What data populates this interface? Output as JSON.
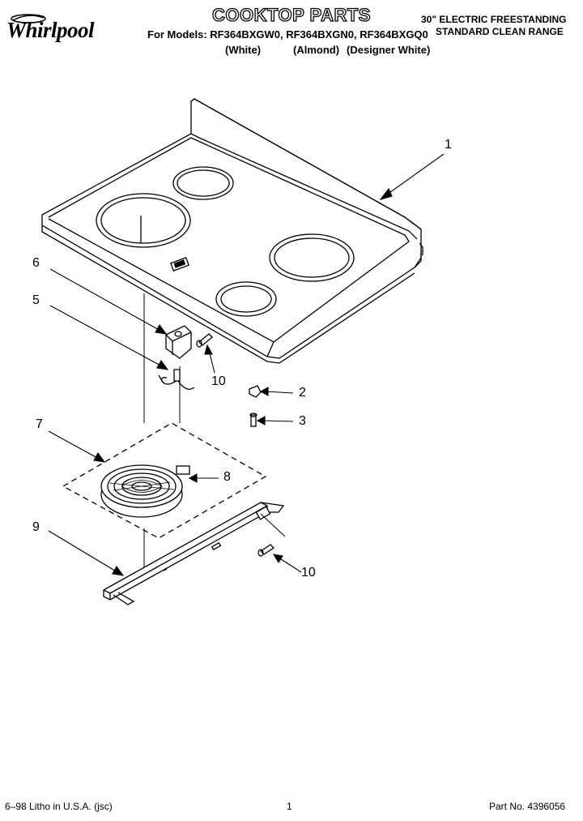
{
  "brand": "Whirlpool",
  "header": {
    "title": "COOKTOP PARTS",
    "models_prefix": "For Models:",
    "models": "RF364BXGW0, RF364BXGN0, RF364BXGQ0",
    "variant_white": "(White)",
    "variant_almond": "(Almond)",
    "variant_designer": "(Designer White)",
    "product_line1": "30\" ELECTRIC FREESTANDING",
    "product_line2": "STANDARD CLEAN RANGE"
  },
  "callouts": [
    "1",
    "2",
    "3",
    "5",
    "6",
    "7",
    "8",
    "9",
    "10",
    "10"
  ],
  "footer": {
    "litho": "6–98 Litho in U.S.A. (jsc)",
    "page": "1",
    "part_no": "Part No. 4396056"
  }
}
